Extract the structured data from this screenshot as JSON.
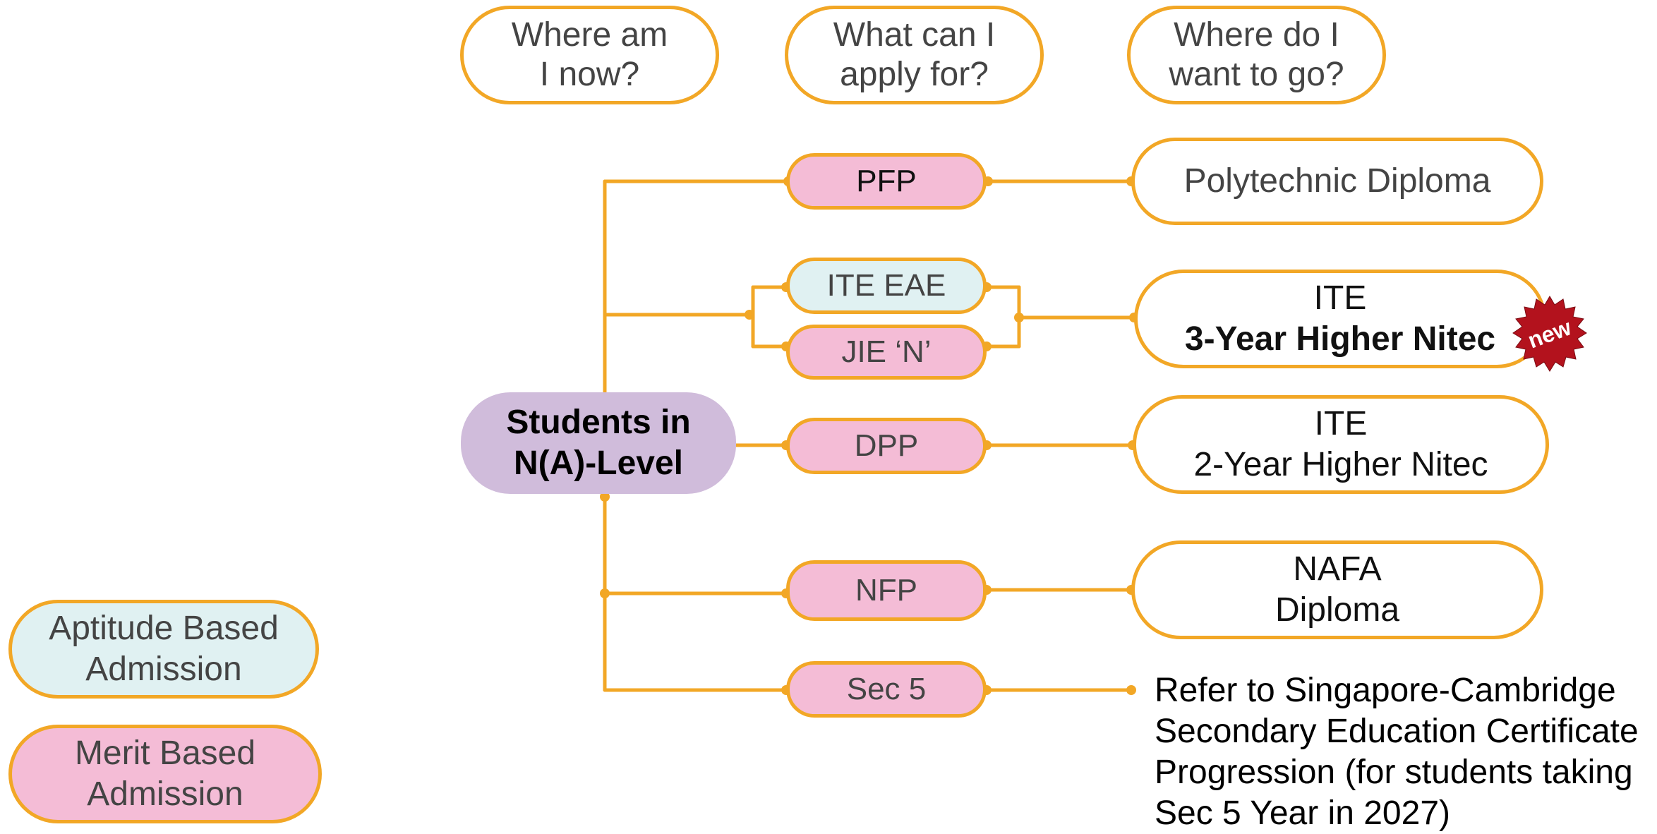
{
  "headers": {
    "where_am_i": [
      "Where am",
      "I now?"
    ],
    "what_can_i_apply": [
      "What can I",
      "apply for?"
    ],
    "where_do_i_go": [
      "Where do I",
      "want to go?"
    ]
  },
  "source": [
    "Students in",
    "N(A)-Level"
  ],
  "pathways": {
    "pfp": "PFP",
    "ite_eae": "ITE EAE",
    "jie_n": "JIE ‘N’",
    "dpp": "DPP",
    "nfp": "NFP",
    "sec5": "Sec 5"
  },
  "destinations": {
    "poly": "Polytechnic Diploma",
    "ite_3yr": [
      "ITE",
      "3-Year Higher Nitec"
    ],
    "new_badge": "new",
    "ite_2yr": [
      "ITE",
      "2-Year Higher Nitec"
    ],
    "nafa": [
      "NAFA",
      "Diploma"
    ]
  },
  "sec5_note": [
    "Refer to Singapore-Cambridge",
    "Secondary Education Certificate",
    "Progression (for students taking",
    "Sec 5 Year in 2027)"
  ],
  "legend": {
    "aptitude": [
      "Aptitude Based",
      "Admission"
    ],
    "merit": [
      "Merit Based",
      "Admission"
    ]
  },
  "colors": {
    "connector": "#f2a726",
    "merit": "#f4bcd6",
    "aptitude": "#e0f1f2",
    "source": "#d0bcdb",
    "new_badge": "#b3121d"
  }
}
